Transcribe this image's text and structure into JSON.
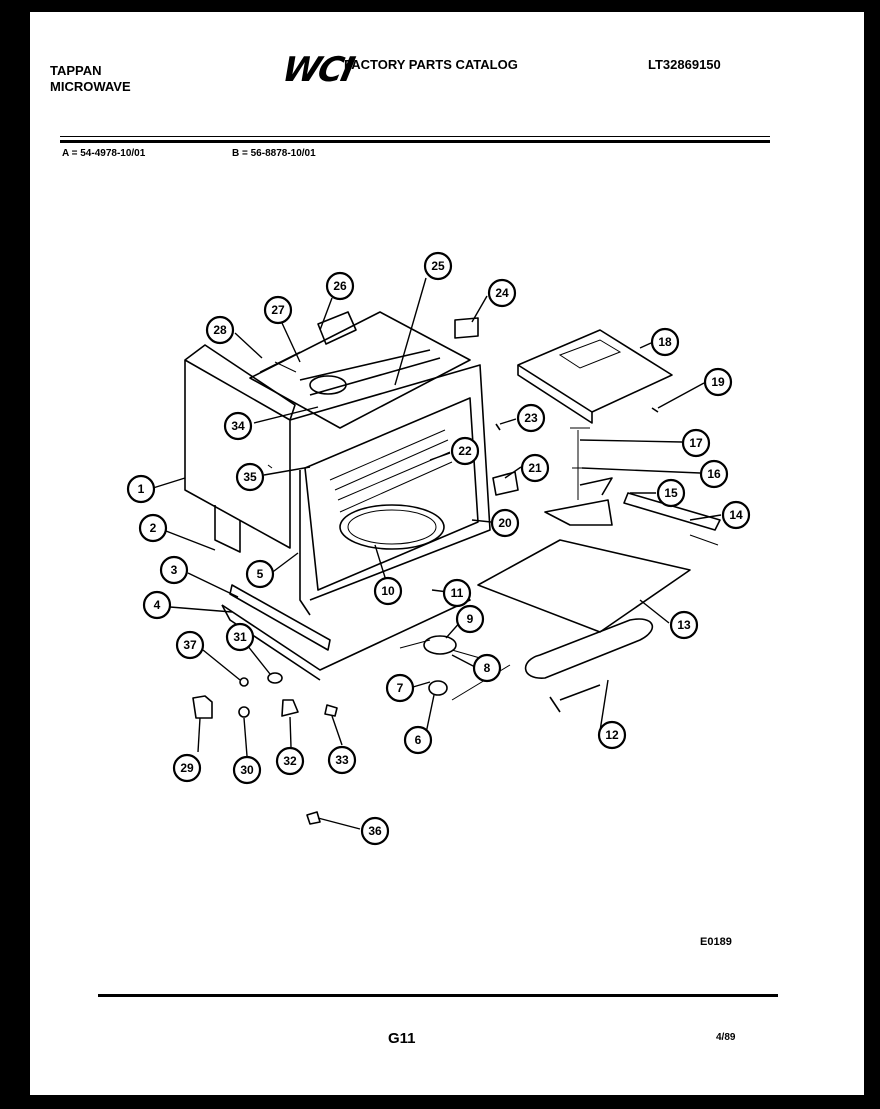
{
  "header": {
    "brand_line1": "TAPPAN",
    "brand_line2": "MICROWAVE",
    "logo": "WCI",
    "catalog_title": "FACTORY PARTS CATALOG",
    "catalog_number": "LT32869150"
  },
  "models": {
    "a": "A = 54-4978-10/01",
    "b": "B = 56-8878-10/01"
  },
  "figure_code": "E0189",
  "footer": {
    "page": "G11",
    "date": "4/89"
  },
  "callouts": [
    "1",
    "2",
    "3",
    "4",
    "5",
    "6",
    "7",
    "8",
    "9",
    "10",
    "11",
    "12",
    "13",
    "14",
    "15",
    "16",
    "17",
    "18",
    "19",
    "20",
    "21",
    "22",
    "23",
    "24",
    "25",
    "26",
    "27",
    "28",
    "29",
    "30",
    "31",
    "32",
    "33",
    "34",
    "35",
    "36",
    "37"
  ]
}
